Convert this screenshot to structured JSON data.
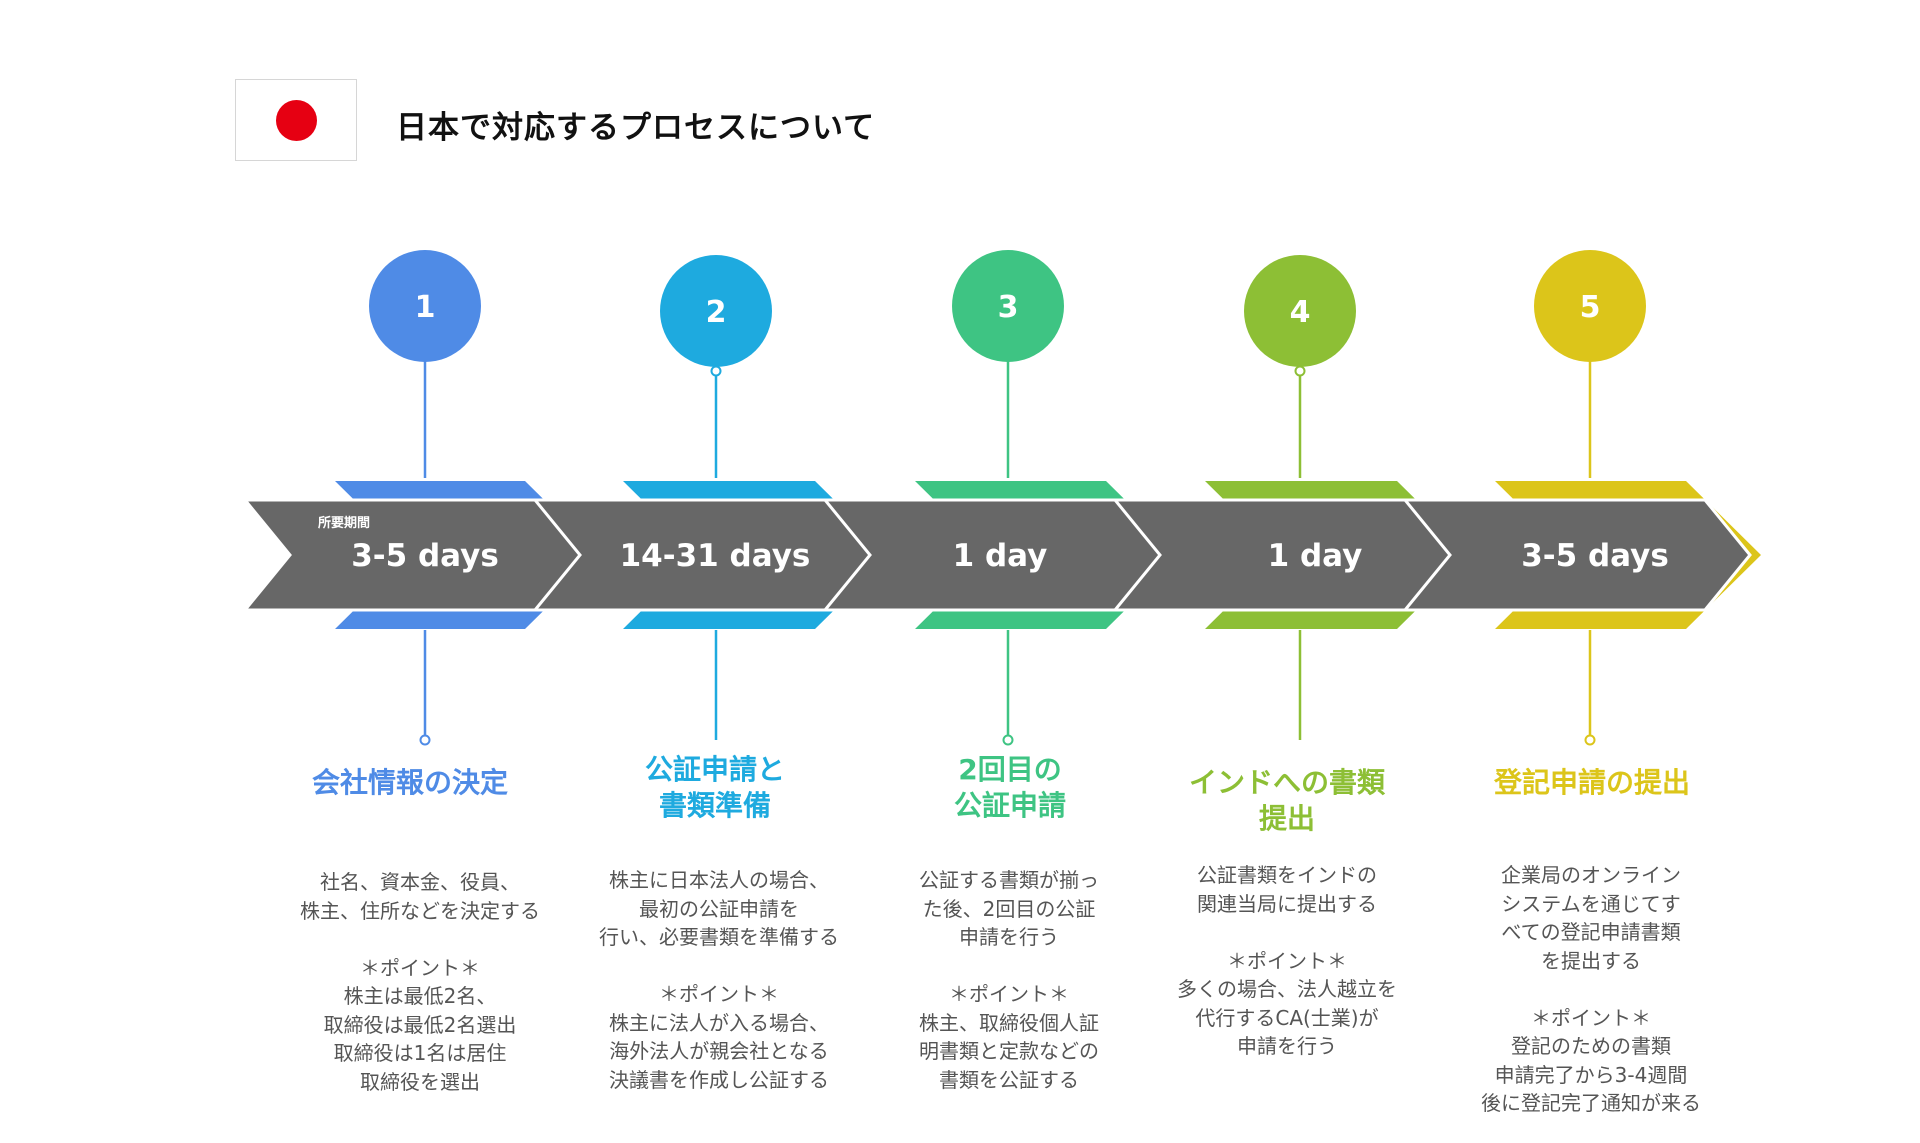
{
  "header": {
    "title": "日本で対応するプロセスについて",
    "flag_icon": "japan-flag-icon",
    "flag_color": "#e60012"
  },
  "timeline": {
    "period_label": "所要期間",
    "arrow_color": "#676767",
    "stages": [
      {
        "number": "1",
        "duration": "3-5 days",
        "title": "会社情報の決定",
        "description": "社名、資本金、役員、\n株主、住所などを決定する\n\n＊ポイント＊\n株主は最低2名、\n取締役は最低2名選出\n取締役は1名は居住\n取締役を選出",
        "color": "#4f8be6"
      },
      {
        "number": "2",
        "duration": "14-31 days",
        "title": "公証申請と\n書類準備",
        "description": "株主に日本法人の場合、\n最初の公証申請を\n行い、必要書類を準備する\n\n＊ポイント＊\n株主に法人が入る場合、\n海外法人が親会社となる\n決議書を作成し公証する",
        "color": "#1eaadf"
      },
      {
        "number": "3",
        "duration": "1 day",
        "title": "2回目の\n公証申請",
        "description": "公証する書類が揃っ\nた後、2回目の公証\n申請を行う\n\n＊ポイント＊\n株主、取締役個人証\n明書類と定款などの\n書類を公証する",
        "color": "#3ec483"
      },
      {
        "number": "4",
        "duration": "1 day",
        "title": "インドへの書類\n提出",
        "description": "公証書類をインドの\n関連当局に提出する\n\n＊ポイント＊\n多くの場合、法人越立を\n代行するCA(士業)が\n申請を行う",
        "color": "#8dbf35"
      },
      {
        "number": "5",
        "duration": "3-5 days",
        "title": "登記申請の提出",
        "description": "企業局のオンライン\nシステムを通じてす\nべての登記申請書類\nを提出する\n\n＊ポイント＊\n登記のための書類\n申請完了から3-4週間\n後に登記完了通知が来る",
        "color": "#dcc51a"
      }
    ]
  }
}
